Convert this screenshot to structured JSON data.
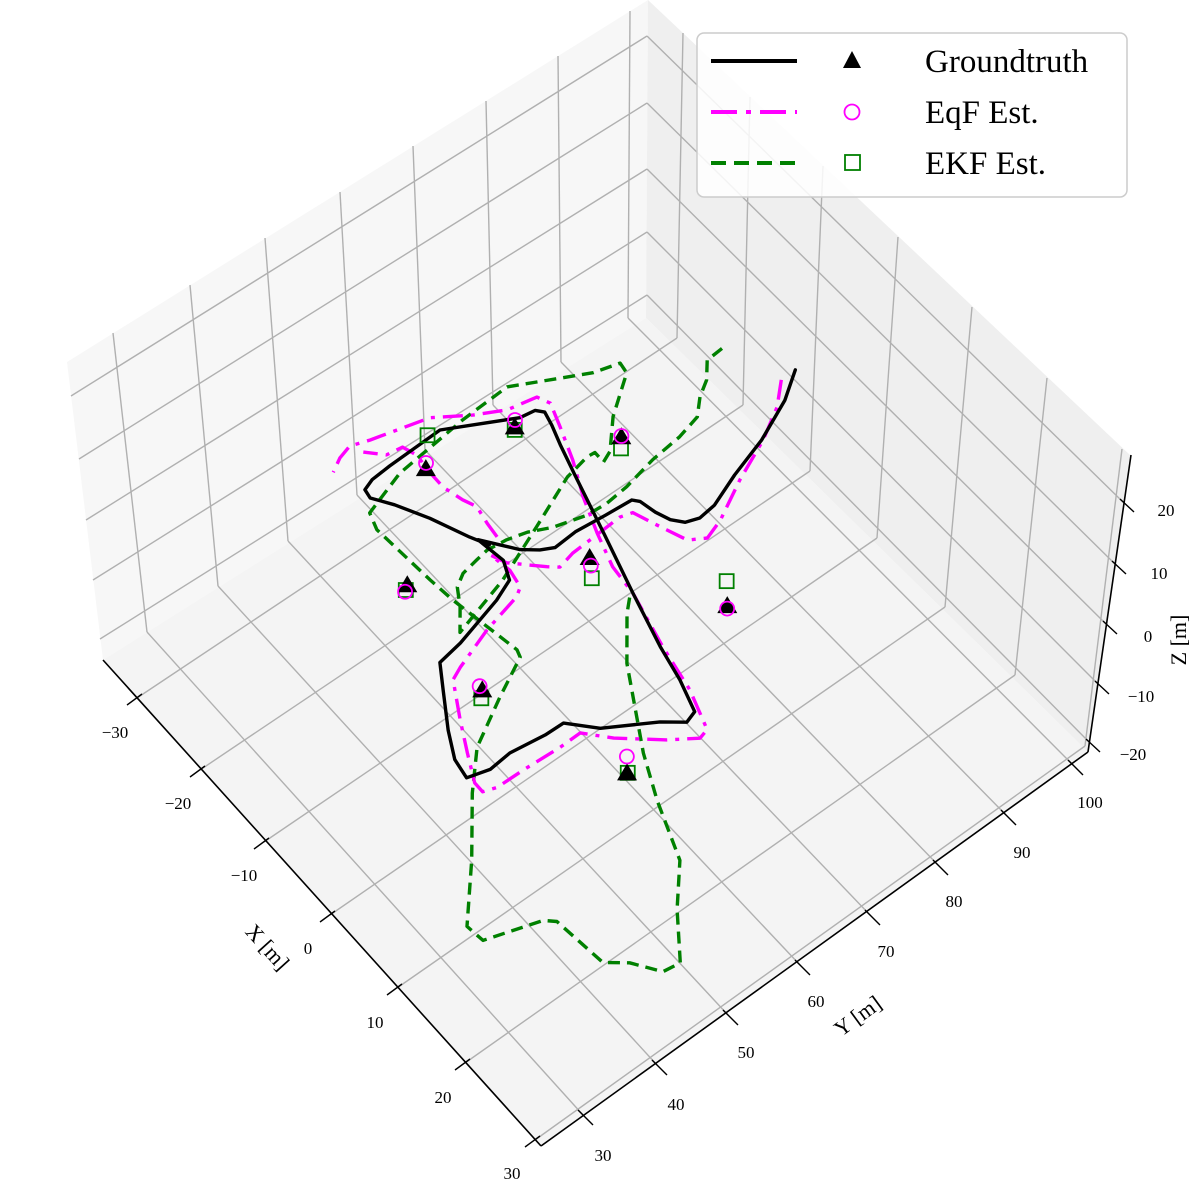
{
  "chart_data": {
    "type": "line3d",
    "xlabel": "X [m]",
    "ylabel": "Y [m]",
    "zlabel": "Z [m]",
    "x_ticks": [
      "−30",
      "−20",
      "−10",
      "0",
      "10",
      "20",
      "30"
    ],
    "y_ticks": [
      "30",
      "40",
      "50",
      "60",
      "70",
      "80",
      "90",
      "100"
    ],
    "z_ticks": [
      "20",
      "10",
      "0",
      "−10",
      "−20"
    ],
    "xlim": [
      -34,
      31
    ],
    "ylim": [
      24,
      103
    ],
    "zlim": [
      -22,
      26
    ],
    "grid": true,
    "legend_position": "top-right",
    "legend": [
      {
        "label": "Groundtruth",
        "line_style": "solid",
        "marker": "triangle",
        "color": "#000000"
      },
      {
        "label": "EqF Est.",
        "line_style": "dashdot",
        "marker": "circle",
        "color": "#ff00ff"
      },
      {
        "label": "EKF Est.",
        "line_style": "dashed",
        "marker": "square",
        "color": "#008000"
      }
    ],
    "series": [
      {
        "name": "Groundtruth",
        "color": "#000000",
        "style": "solid",
        "segments": [
          [
            [
              -7.6,
              96.8
            ],
            [
              -5.7,
              93.5
            ],
            [
              -3.8,
              88.4
            ],
            [
              -2.5,
              83.3
            ],
            [
              -1.2,
              79.2
            ],
            [
              -1.0,
              76.9
            ],
            [
              -1.5,
              75.3
            ],
            [
              -2.6,
              74.2
            ],
            [
              -4.1,
              73.5
            ],
            [
              -5.9,
              73.0
            ],
            [
              -6.5,
              72.4
            ],
            [
              -6.8,
              68.9
            ],
            [
              -7.2,
              65.0
            ],
            [
              -7.1,
              62.0
            ],
            [
              -7.8,
              60.5
            ],
            [
              -9.0,
              58.8
            ],
            [
              -10.6,
              57.4
            ],
            [
              -12.3,
              55.9
            ],
            [
              -9.1,
              56.5
            ],
            [
              -7.1,
              55.5
            ],
            [
              -6.2,
              52.8
            ],
            [
              -4.8,
              46.3
            ],
            [
              -4.4,
              43.0
            ],
            [
              -1.9,
              41.1
            ],
            [
              1.7,
              38.4
            ],
            [
              4.5,
              36.7
            ],
            [
              6.7,
              36.3
            ],
            [
              7.4,
              39.0
            ],
            [
              7.2,
              42.0
            ],
            [
              7.8,
              46.5
            ],
            [
              7.9,
              49.0
            ],
            [
              10.5,
              51.8
            ],
            [
              13.5,
              57.5
            ],
            [
              15.1,
              59.8
            ],
            [
              14.7,
              61.3
            ],
            [
              11.2,
              62.5
            ],
            [
              7.3,
              63.4
            ],
            [
              1.3,
              65.2
            ],
            [
              -5.2,
              67.3
            ],
            [
              -11.9,
              69.4
            ],
            [
              -15.3,
              70.5
            ],
            [
              -17.4,
              71.3
            ],
            [
              -18.9,
              71.7
            ],
            [
              -19.6,
              71.0
            ],
            [
              -19.9,
              69.1
            ],
            [
              -22.2,
              64.2
            ],
            [
              -23.6,
              61.2
            ],
            [
              -23.6,
              56.9
            ],
            [
              -23.6,
              54.0
            ],
            [
              -23.5,
              51.4
            ],
            [
              -23.1,
              50.0
            ],
            [
              -22.1,
              49.8
            ],
            [
              -20.1,
              51.4
            ],
            [
              -16.9,
              53.4
            ],
            [
              -13.0,
              55.4
            ],
            [
              -11.2,
              56.5
            ]
          ]
        ]
      },
      {
        "name": "EqF Est.",
        "color": "#ff00ff",
        "style": "dashdot",
        "segments": [
          [
            [
              -7.6,
              94.8
            ],
            [
              -5.6,
              92.3
            ],
            [
              -3.7,
              88.5
            ],
            [
              -1.8,
              83.4
            ],
            [
              0.4,
              78.5
            ],
            [
              1.1,
              76.0
            ],
            [
              0.1,
              74.1
            ],
            [
              -3.4,
              72.4
            ],
            [
              -5.4,
              71.5
            ],
            [
              -5.8,
              70.0
            ],
            [
              -5.7,
              67.1
            ],
            [
              -5.6,
              63.1
            ],
            [
              -5.2,
              60.9
            ],
            [
              -6.0,
              59.8
            ],
            [
              -8.7,
              56.6
            ],
            [
              -10.3,
              55.8
            ],
            [
              -7.9,
              56.3
            ],
            [
              -5.9,
              55.9
            ],
            [
              -5.3,
              54.8
            ],
            [
              -4.3,
              49.6
            ],
            [
              -2.8,
              44.4
            ],
            [
              -2.2,
              42.8
            ],
            [
              1.5,
              40.3
            ],
            [
              4.7,
              38.3
            ],
            [
              7.6,
              36.6
            ],
            [
              8.8,
              36.6
            ],
            [
              9.3,
              38.2
            ],
            [
              9.4,
              41.8
            ],
            [
              9.7,
              46.8
            ],
            [
              9.7,
              49.7
            ],
            [
              12.1,
              52.2
            ],
            [
              15.4,
              56.7
            ],
            [
              17.2,
              59.7
            ],
            [
              16.9,
              61.0
            ],
            [
              12.6,
              62.6
            ],
            [
              7.5,
              63.6
            ],
            [
              1.3,
              65.2
            ],
            [
              -2.1,
              65.5
            ],
            [
              -5.8,
              66.8
            ],
            [
              -9.6,
              68.4
            ],
            [
              -13.3,
              70.4
            ],
            [
              -16.8,
              71.9
            ],
            [
              -19.3,
              72.9
            ],
            [
              -20.6,
              72.2
            ],
            [
              -21.3,
              68.6
            ],
            [
              -22.9,
              65.2
            ],
            [
              -25.2,
              61.3
            ],
            [
              -26.9,
              54.3
            ],
            [
              -27.6,
              52.1
            ],
            [
              -27.2,
              50.3
            ],
            [
              -26.4,
              48.6
            ]
          ],
          [
            [
              -11.4,
              57.8
            ],
            [
              -13.1,
              58.0
            ],
            [
              -15.1,
              58.4
            ],
            [
              -16.5,
              57.7
            ],
            [
              -18.7,
              57.0
            ],
            [
              -20.6,
              57.0
            ],
            [
              -22.9,
              57.2
            ],
            [
              -24.4,
              56.6
            ],
            [
              -24.7,
              54.6
            ],
            [
              -26.3,
              52.8
            ]
          ]
        ]
      },
      {
        "name": "EKF Est.",
        "color": "#008000",
        "style": "dashed",
        "segments": [
          [
            [
              -13.7,
              92.1
            ],
            [
              -13.6,
              89.9
            ],
            [
              -12.0,
              88.3
            ],
            [
              -11.0,
              86.4
            ],
            [
              -9.5,
              84.6
            ],
            [
              -8.9,
              81.5
            ],
            [
              -8.6,
              77.4
            ],
            [
              -7.9,
              73.0
            ],
            [
              -7.7,
              70.0
            ],
            [
              -7.9,
              67.3
            ],
            [
              -8.9,
              63.4
            ],
            [
              -10.0,
              60.8
            ],
            [
              -10.6,
              58.4
            ],
            [
              -10.9,
              55.9
            ],
            [
              -10.7,
              54.2
            ],
            [
              -10.4,
              52.0
            ],
            [
              -9.6,
              50.4
            ],
            [
              -7.8,
              49.1
            ],
            [
              -5.7,
              47.1
            ],
            [
              -7.5,
              54.9
            ],
            [
              -9.9,
              62.0
            ],
            [
              -12.2,
              68.6
            ],
            [
              -12.7,
              71.9
            ],
            [
              -12.6,
              72.9
            ],
            [
              -11.3,
              72.9
            ],
            [
              -11.8,
              74.3
            ],
            [
              -14.5,
              77.3
            ],
            [
              -17.3,
              81.9
            ],
            [
              -18.5,
              82.1
            ],
            [
              -19.3,
              79.0
            ],
            [
              -23.2,
              70.4
            ],
            [
              -23.1,
              64.0
            ],
            [
              -22.4,
              54.3
            ],
            [
              -20.9,
              48.6
            ],
            [
              -19.1,
              47.9
            ],
            [
              -11.8,
              48.6
            ],
            [
              -8.8,
              49.0
            ],
            [
              -0.9,
              50.7
            ],
            [
              -0.1,
              50.4
            ],
            [
              2.0,
              45.5
            ],
            [
              4.8,
              39.6
            ],
            [
              8.3,
              35.6
            ],
            [
              13.8,
              30.3
            ],
            [
              19.0,
              24.7
            ],
            [
              21.1,
              25.0
            ],
            [
              23.0,
              31.8
            ],
            [
              23.9,
              32.9
            ],
            [
              30.0,
              33.7
            ],
            [
              31.6,
              36.0
            ],
            [
              34.3,
              38.2
            ],
            [
              34.6,
              40.4
            ],
            [
              30.0,
              44.3
            ],
            [
              26.1,
              48.4
            ],
            [
              19.8,
              51.1
            ],
            [
              15.1,
              53.6
            ],
            [
              6.7,
              59.2
            ],
            [
              2.6,
              63.1
            ],
            [
              1.1,
              65.0
            ]
          ]
        ]
      }
    ],
    "landmarks": {
      "Groundtruth": [
        [
          -19.4,
          67.9
        ],
        [
          -21.2,
          56.9
        ],
        [
          -12.3,
          76.4
        ],
        [
          -4.2,
          64.2
        ],
        [
          -12.7,
          46.2
        ],
        [
          7.9,
          72.4
        ],
        [
          0.4,
          44.5
        ],
        [
          15.8,
          50.6
        ]
      ],
      "EqF Est.": [
        [
          -20.0,
          68.5
        ],
        [
          -21.7,
          57.4
        ],
        [
          -12.4,
          76.5
        ],
        [
          -3.5,
          63.7
        ],
        [
          -12.3,
          45.5
        ],
        [
          8.1,
          72.2
        ],
        [
          -0.1,
          44.6
        ],
        [
          14.4,
          51.9
        ]
      ],
      "EKF Est.": [
        [
          -19.2,
          67.7
        ],
        [
          -23.9,
          59.7
        ],
        [
          -11.4,
          75.5
        ],
        [
          -2.4,
          62.8
        ],
        [
          -12.4,
          45.7
        ],
        [
          5.8,
          74.3
        ],
        [
          1.0,
          43.8
        ],
        [
          15.8,
          50.7
        ]
      ]
    }
  }
}
